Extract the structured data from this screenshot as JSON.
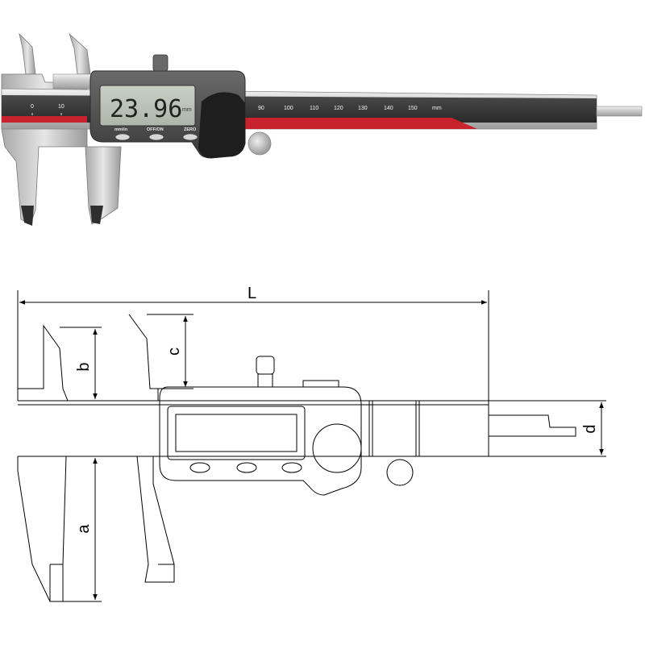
{
  "photo": {
    "display_value": "23.96",
    "display_unit": "mm",
    "scale_labels_left": [
      "0",
      "10"
    ],
    "scale_labels_right": [
      "90",
      "100",
      "110",
      "120",
      "130",
      "140",
      "150"
    ],
    "scale_unit": "mm",
    "buttons": [
      "mm/in",
      "OFF/ON",
      "ZERO"
    ]
  },
  "drawing": {
    "dimensions": {
      "L": "L",
      "a": "a",
      "b": "b",
      "c": "c",
      "d": "d"
    }
  }
}
